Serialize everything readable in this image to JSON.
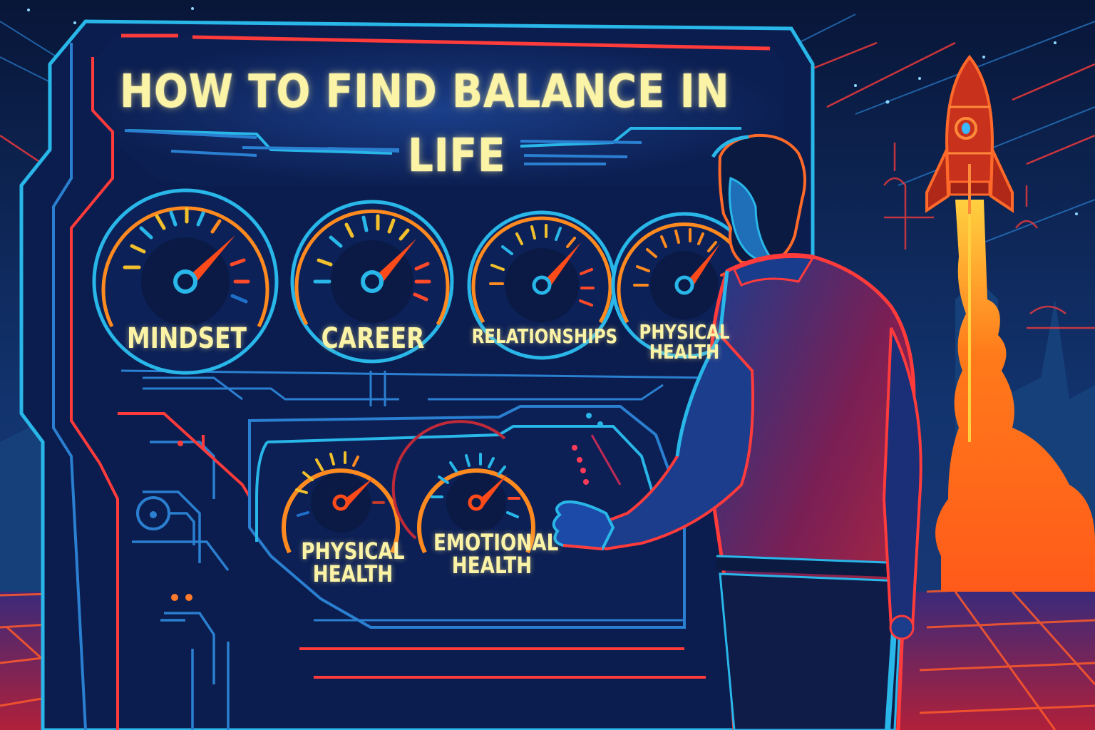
{
  "title": {
    "line1": "HOW TO FIND BALANCE IN",
    "line2": "LIFE"
  },
  "gauges_top": [
    {
      "label": "MINDSET"
    },
    {
      "label": "CAREER"
    },
    {
      "label": "RELATIONSHIPS"
    },
    {
      "label": "PHYSICAL",
      "label2": "HEALTH"
    }
  ],
  "gauges_bottom": [
    {
      "label": "PHYSICAL",
      "label2": "HEALTH"
    },
    {
      "label": "EMOTIONAL",
      "label2": "HEALTH"
    }
  ],
  "figures": {
    "person": "man-reaching-toward-panel",
    "rocket": "rocket-launching"
  },
  "colors": {
    "background": "#0a1a44",
    "panel": "#0c1f52",
    "neon_cyan": "#29b6e8",
    "neon_red": "#ff3b3b",
    "neon_orange": "#ff8a1f",
    "title_yellow": "#fbf3a6"
  }
}
